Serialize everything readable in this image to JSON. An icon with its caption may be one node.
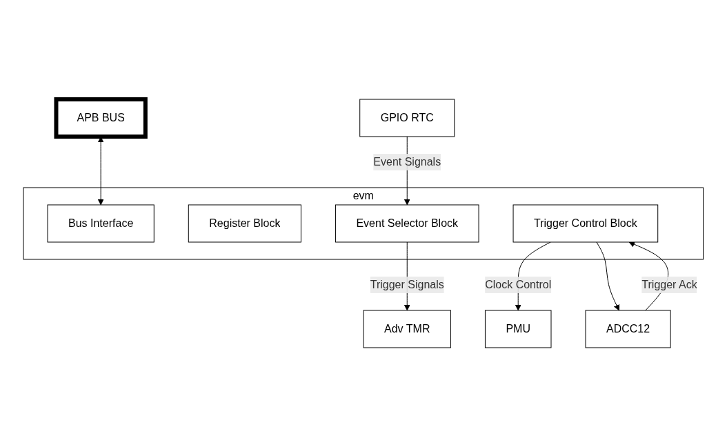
{
  "diagram": {
    "nodes": [
      {
        "text": [
          "evm"
        ]
      },
      {
        "text": [
          "Bus Interface"
        ],
        "in": 0
      },
      {
        "text": [
          "Register Block"
        ],
        "in": 0
      },
      {
        "text": [
          "Trigger Control Block"
        ],
        "in": 0
      },
      {
        "text": [
          "Event Selector Block"
        ],
        "in": 0
      },
      {
        "text": [
          "APB BUS"
        ]
      },
      {
        "text": [
          "GPIO RTC"
        ]
      },
      {
        "text": [
          "PMU"
        ]
      },
      {
        "text": [
          "ADCC12"
        ]
      },
      {
        "text": [
          "Adv TMR"
        ]
      }
    ],
    "edges": [
      {
        "from": 5,
        "to": 1,
        "arrow": "both"
      },
      {
        "from": 6,
        "to": 4,
        "arrow": "to",
        "label": "Event Signals"
      },
      {
        "from": 3,
        "to": 7,
        "arrow": "to",
        "label": "Clock Control"
      },
      {
        "from": 8,
        "to": 3,
        "arrow": "to",
        "label": "Trigger Ack"
      },
      {
        "from": 3,
        "to": 8,
        "arrow": "to"
      },
      {
        "from": 4,
        "to": 9,
        "arrow": "to",
        "label": "Trigger Signals"
      }
    ]
  }
}
